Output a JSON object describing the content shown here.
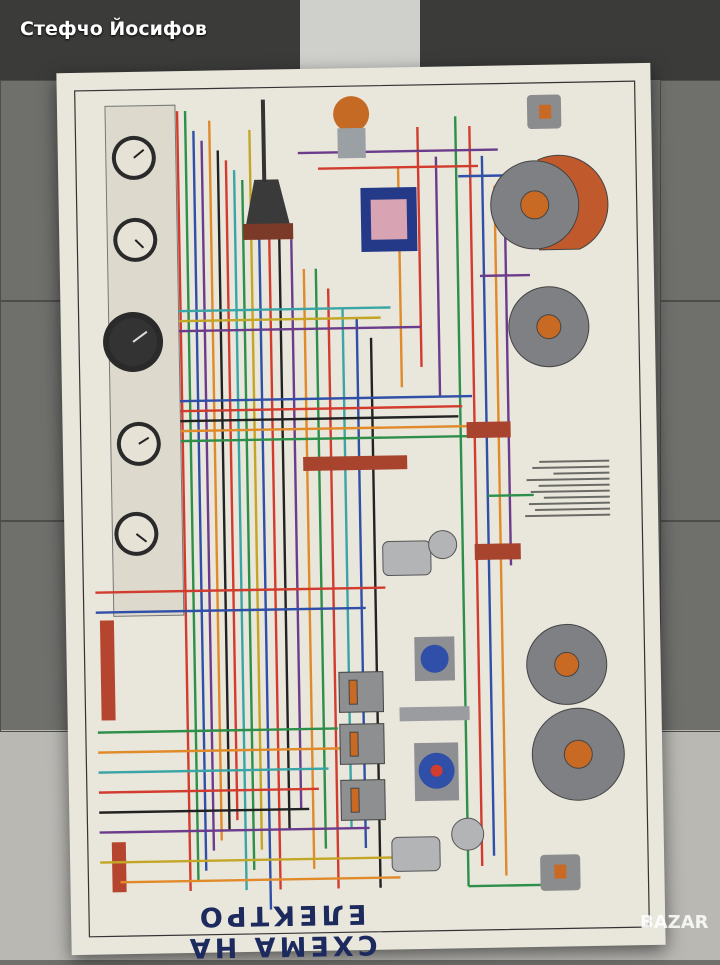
{
  "overlay": {
    "user_name": "Стефчо Йосифов",
    "watermark": "BAZAR"
  },
  "poster": {
    "title": "СХЕМА НА ЕЛЕКТРО"
  }
}
